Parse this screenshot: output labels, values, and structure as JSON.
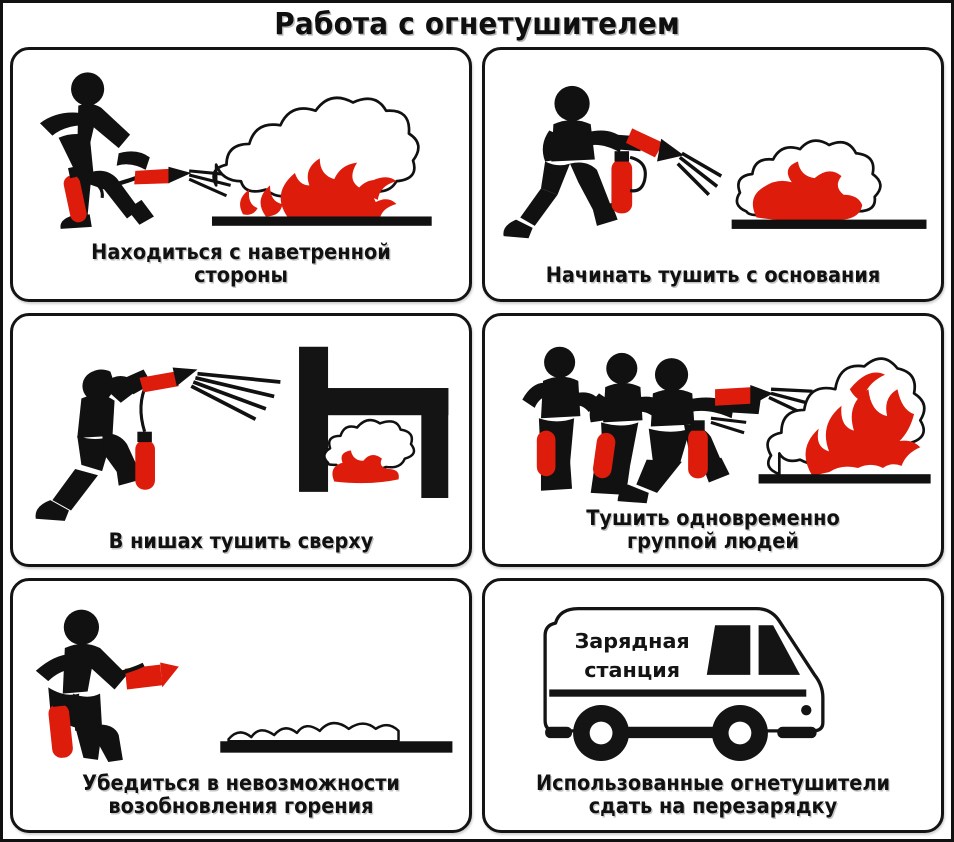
{
  "poster": {
    "title": "Работа с огнетушителем",
    "language": "ru",
    "colors": {
      "fire_red": "#DD1C0C",
      "outline_black": "#141414",
      "background": "#FFFFFF"
    }
  },
  "panels": [
    {
      "id": "panel-1",
      "position": "top-left",
      "caption_line1": "Находиться с наветренной",
      "caption_line2": "стороны",
      "illustration": "person-with-extinguisher-spraying-large-fire-from-upwind"
    },
    {
      "id": "panel-2",
      "position": "top-right",
      "caption_line1": "Начинать тушить с основания",
      "caption_line2": "",
      "illustration": "person-aiming-extinguisher-at-base-of-fire"
    },
    {
      "id": "panel-3",
      "position": "middle-left",
      "caption_line1": "В нишах тушить сверху",
      "caption_line2": "",
      "illustration": "person-spraying-downward-into-wall-niche-with-fire"
    },
    {
      "id": "panel-4",
      "position": "middle-right",
      "caption_line1": "Тушить одновременно",
      "caption_line2": "группой людей",
      "illustration": "three-people-with-extinguishers-attacking-tall-flame"
    },
    {
      "id": "panel-5",
      "position": "bottom-left",
      "caption_line1": "Убедиться в невозможности",
      "caption_line2": "возобновления горения",
      "illustration": "person-with-extinguisher-watching-extinguished-smouldering-ground"
    },
    {
      "id": "panel-6",
      "position": "bottom-right",
      "caption_line1": "Использованные огнетушители",
      "caption_line2": "сдать на перезарядку",
      "illustration": "service-van-for-recharging-extinguishers",
      "van_label_line1": "Зарядная",
      "van_label_line2": "станция"
    }
  ]
}
